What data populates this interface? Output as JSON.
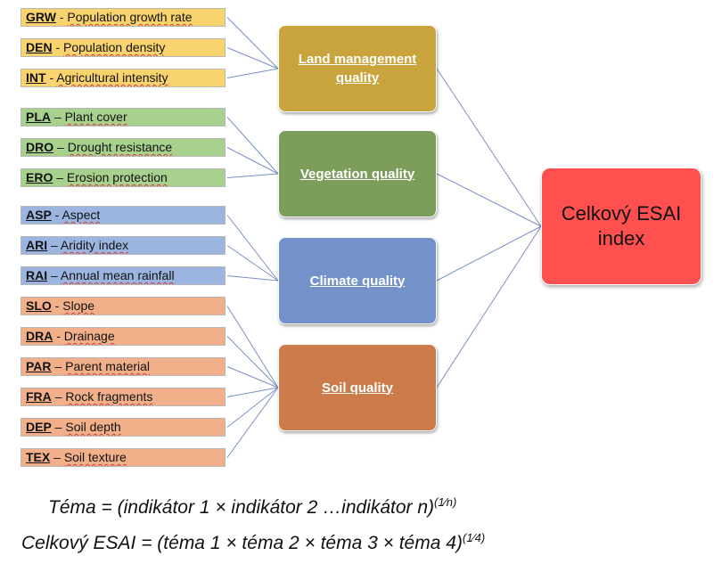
{
  "colors": {
    "land": "#c9a43c",
    "land_ind": "#f9d46e",
    "veg": "#7d9d5b",
    "veg_ind": "#a9d18e",
    "climate": "#7292c9",
    "climate_ind": "#9bb5e0",
    "soil": "#cc7c4a",
    "soil_ind": "#f1b08a",
    "final": "#ff5050",
    "connector": "#7a90c4"
  },
  "themes": [
    {
      "label": "Land management quality",
      "group": "land"
    },
    {
      "label": "Vegetation quality",
      "group": "veg"
    },
    {
      "label": "Climate quality",
      "group": "climate"
    },
    {
      "label": "Soil quality",
      "group": "soil"
    }
  ],
  "indicators": [
    {
      "code": "GRW",
      "sep": " - ",
      "desc": "Population growth rate",
      "group": "land",
      "theme": 0
    },
    {
      "code": "DEN",
      "sep": " - ",
      "desc": "Population density",
      "group": "land",
      "theme": 0
    },
    {
      "code": "INT",
      "sep": " - ",
      "desc": "Agricultural intensity",
      "group": "land",
      "theme": 0
    },
    {
      "code": "PLA",
      "sep": " – ",
      "desc": "Plant cover",
      "group": "veg",
      "theme": 1
    },
    {
      "code": "DRO",
      "sep": " – ",
      "desc": "Drought resistance",
      "group": "veg",
      "theme": 1
    },
    {
      "code": "ERO",
      "sep": " – ",
      "desc": "Erosion protection",
      "group": "veg",
      "theme": 1
    },
    {
      "code": "ASP",
      "sep": " - ",
      "desc": "Aspect",
      "group": "climate",
      "theme": 2
    },
    {
      "code": "ARI",
      "sep": " – ",
      "desc": "Aridity index",
      "group": "climate",
      "theme": 2
    },
    {
      "code": "RAI",
      "sep": " – ",
      "desc": "Annual mean rainfall",
      "group": "climate",
      "theme": 2
    },
    {
      "code": "SLO",
      "sep": " - ",
      "desc": "Slope",
      "group": "soil",
      "theme": 3
    },
    {
      "code": "DRA",
      "sep": " - ",
      "desc": "Drainage",
      "group": "soil",
      "theme": 3
    },
    {
      "code": "PAR",
      "sep": " – ",
      "desc": "Parent material",
      "group": "soil",
      "theme": 3
    },
    {
      "code": "FRA",
      "sep": " – ",
      "desc": "Rock fragments",
      "group": "soil",
      "theme": 3
    },
    {
      "code": "DEP",
      "sep": " – ",
      "desc": "Soil depth",
      "group": "soil",
      "theme": 3
    },
    {
      "code": "TEX",
      "sep": " – ",
      "desc": "Soil texture",
      "group": "soil",
      "theme": 3
    }
  ],
  "final": {
    "label": "Celkový ESAI index"
  },
  "formulas": {
    "tema_main": "Téma = (indikátor 1 × indikátor 2 …indikátor n)",
    "tema_exp": "(1⁄n)",
    "esai_main": "Celkový ESAI = (téma 1 × téma 2 × téma 3 × téma 4)",
    "esai_exp": "(1⁄4)"
  }
}
